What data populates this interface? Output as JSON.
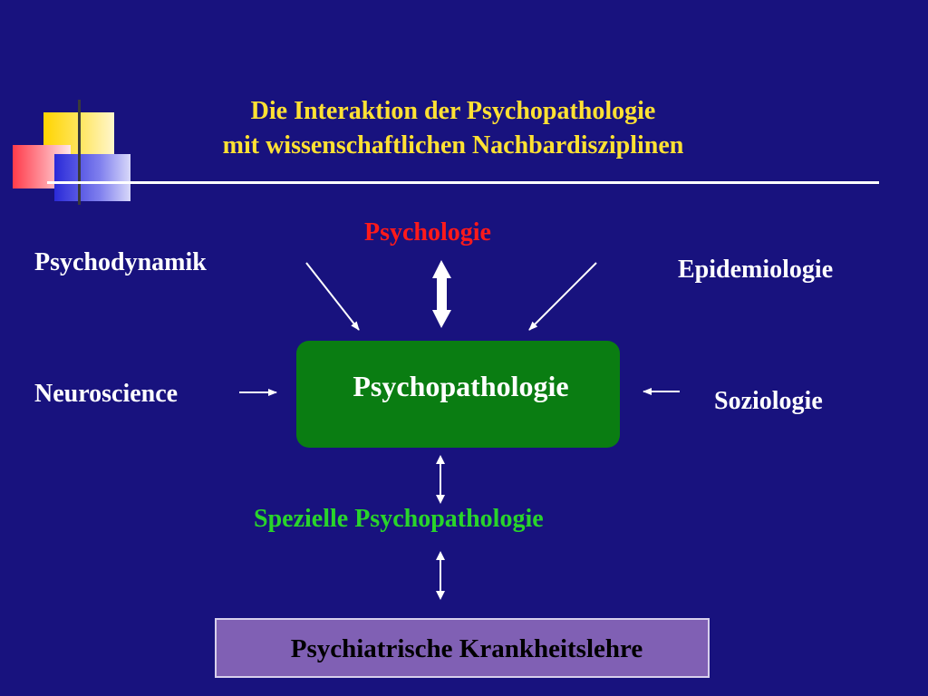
{
  "title": {
    "line1": "Die Interaktion der Psychopathologie",
    "line2": "mit wissenschaftlichen Nachbardisziplinen"
  },
  "disciplines": {
    "psychologie": "Psychologie",
    "psychodynamik": "Psychodynamik",
    "epidemiologie": "Epidemiologie",
    "neuroscience": "Neuroscience",
    "soziologie": "Soziologie"
  },
  "center": "Psychopathologie",
  "special": "Spezielle Psychopathologie",
  "bottom": "Psychiatrische Krankheitslehre",
  "colors": {
    "background": "#18127e",
    "title": "#ffe133",
    "psychologie": "#ff1a1a",
    "special": "#29d42b",
    "center_box": "#0a7d12",
    "bottom_box": "#8060b4"
  }
}
